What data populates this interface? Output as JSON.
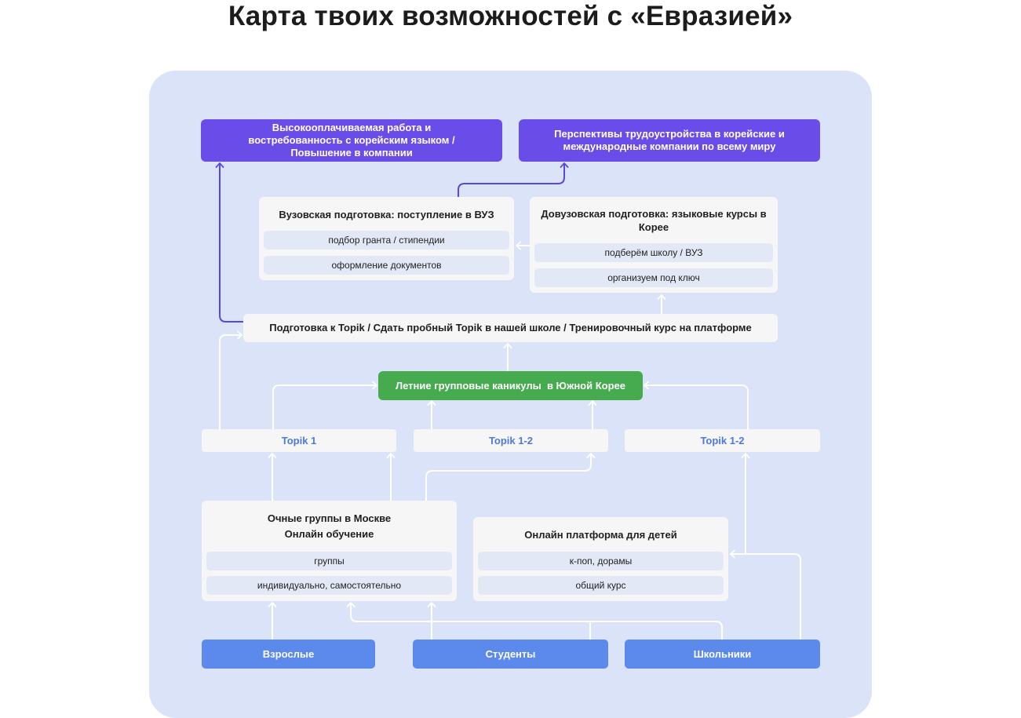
{
  "title": "Карта твоих возможностей с «Евразией»",
  "goals": {
    "left": "Высокооплачиваемая работа и востребованность с корейским языком / Повышение в компании",
    "right": "Перспективы трудоустройства в корейские и международные компании по всему миру"
  },
  "university": {
    "title": "Вузовская подготовка: поступление в ВУЗ",
    "items": [
      "подбор гранта / стипендии",
      "оформление документов"
    ]
  },
  "pre_university": {
    "title": "Довузовская подготовка: языковые курсы в Корее",
    "items": [
      "подберём школу / ВУЗ",
      "организуем под ключ"
    ]
  },
  "topik_prep": "Подготовка к Topik / Сдать пробный Topik в нашей школе / Тренировочный курс на платформе",
  "summer": "Летние групповые каникулы  в Южной Корее",
  "levels": [
    "Topik 1",
    "Topik 1-2",
    "Topik 1-2"
  ],
  "moscow": {
    "title_line1": "Очные группы в Москве",
    "title_line2": "Онлайн обучение",
    "items": [
      "группы",
      "индивидуально, самостоятельно"
    ]
  },
  "kids": {
    "title": "Онлайн платформа для детей",
    "items": [
      "к-поп, дорамы",
      "общий курс"
    ]
  },
  "audiences": [
    "Взрослые",
    "Студенты",
    "Школьники"
  ],
  "colors": {
    "panel": "#dae3f7",
    "goal": "#6a4de8",
    "summer": "#46ab4e",
    "audience": "#5b89ec",
    "level_text": "#4f79d8",
    "connector": "#ffffff",
    "goal_connector": "#5a46e0"
  }
}
